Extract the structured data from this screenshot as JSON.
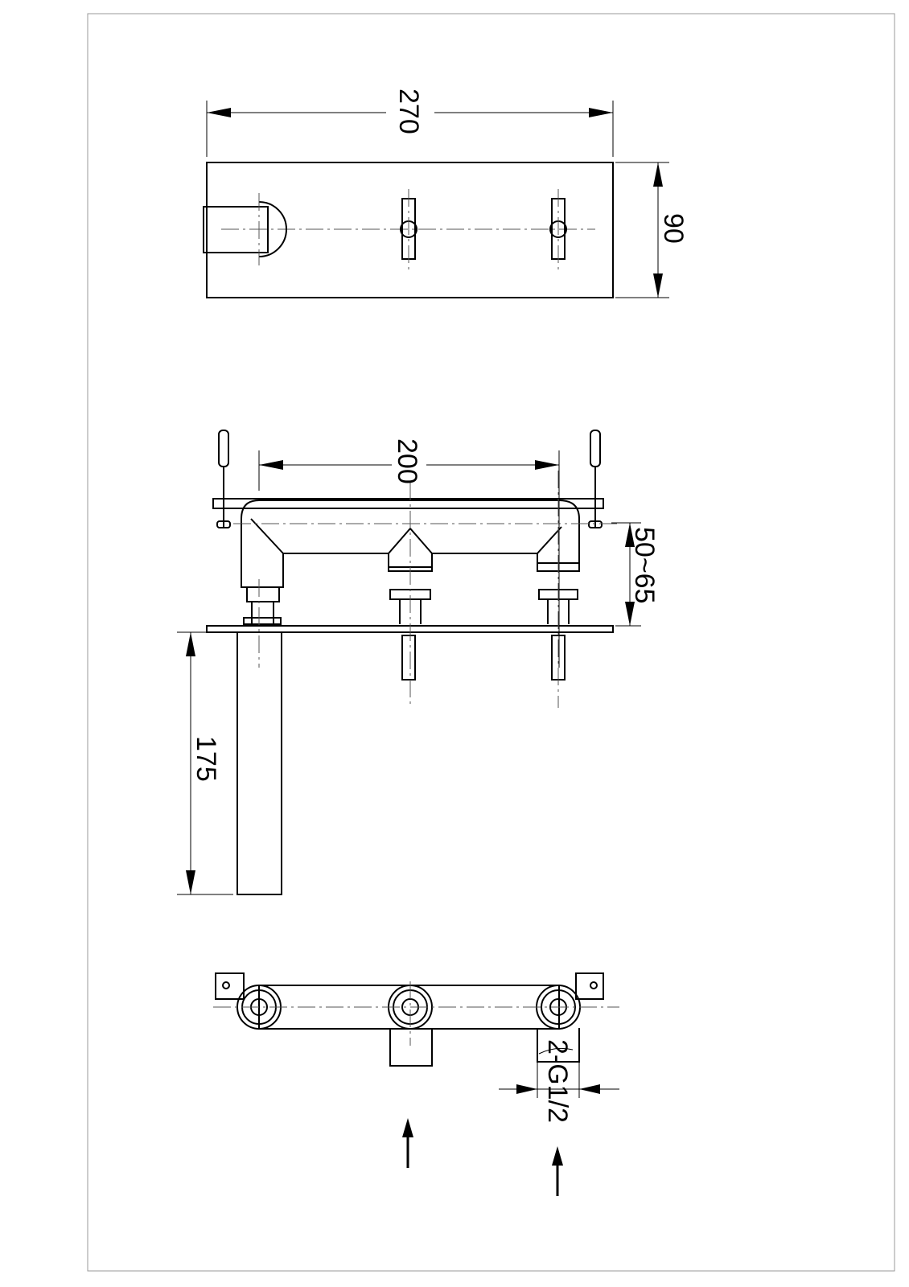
{
  "top_view": {
    "width_dim": "270",
    "depth_dim": "90"
  },
  "side_view": {
    "spacing_dim": "200",
    "wall_depth_dim": "50~65",
    "spout_length_dim": "175"
  },
  "bottom_view": {
    "connection_dim": "2-G1/2"
  },
  "colors": {
    "line": "#000000",
    "border": "#999999"
  }
}
